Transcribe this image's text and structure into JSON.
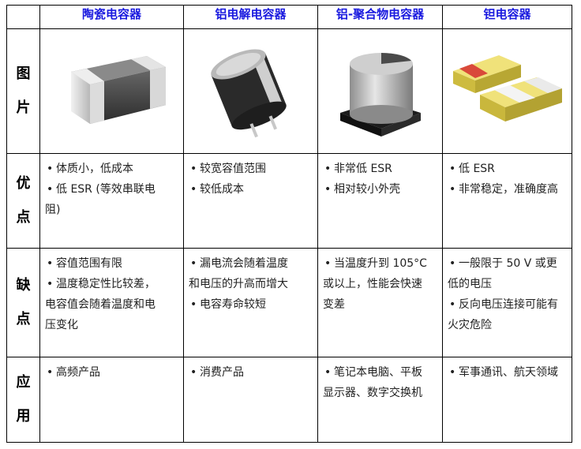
{
  "headers": [
    "陶瓷电容器",
    "铝电解电容器",
    "铝-聚合物电容器",
    "钽电容器"
  ],
  "rows": {
    "image": {
      "label": [
        "图",
        "片"
      ]
    },
    "pros": {
      "label": [
        "优",
        "点"
      ],
      "cells": [
        [
          {
            "t": "体质小，低成本"
          },
          {
            "t": "低  ESR (等效串联电"
          },
          {
            "t": "阻)",
            "cont": true
          }
        ],
        [
          {
            "t": "较宽容值范围"
          },
          {
            "t": "较低成本"
          }
        ],
        [
          {
            "t": "非常低 ESR"
          },
          {
            "t": "相对较小外壳"
          }
        ],
        [
          {
            "t": "低 ESR"
          },
          {
            "t": "非常稳定，准确度高"
          }
        ]
      ]
    },
    "cons": {
      "label": [
        "缺",
        "点"
      ],
      "cells": [
        [
          {
            "t": "容值范围有限"
          },
          {
            "t": "温度稳定性比较差，"
          },
          {
            "t": "电容值会随着温度和电",
            "cont": true
          },
          {
            "t": "压变化",
            "cont": true
          }
        ],
        [
          {
            "t": "漏电流会随着温度"
          },
          {
            "t": "和电压的升高而增大",
            "cont": true
          },
          {
            "t": "电容寿命较短"
          }
        ],
        [
          {
            "t": "当温度升到 105°C"
          },
          {
            "t": "或以上，性能会快速",
            "cont": true
          },
          {
            "t": "变差",
            "cont": true
          }
        ],
        [
          {
            "t": "一般限于 50 V 或更"
          },
          {
            "t": "低的电压",
            "cont": true
          },
          {
            "t": "反向电压连接可能有"
          },
          {
            "t": "火灾危险",
            "cont": true
          }
        ]
      ]
    },
    "apps": {
      "label": [
        "应",
        "用"
      ],
      "cells": [
        [
          {
            "t": "高频产品"
          }
        ],
        [
          {
            "t": "消费产品"
          }
        ],
        [
          {
            "t": "笔记本电脑、平板"
          },
          {
            "t": "显示器、数字交换机",
            "cont": true
          }
        ],
        [
          {
            "t": "军事通讯、航天领域"
          }
        ]
      ]
    }
  }
}
